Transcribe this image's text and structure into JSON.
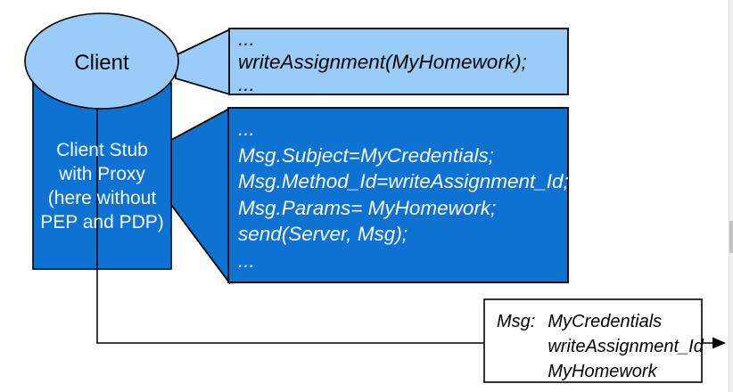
{
  "scene": {
    "colors": {
      "light_blue": "#99CCF8",
      "dark_blue": "#0D72D2",
      "outline": "#000000",
      "arrow": "#000000"
    },
    "client": {
      "label": "Client"
    },
    "client_stub": {
      "lines": [
        "Client Stub",
        "with Proxy",
        "(here without",
        "PEP and PDP)"
      ]
    },
    "call_callout": {
      "lines": [
        "...",
        "writeAssignment(MyHomework);",
        "..."
      ]
    },
    "marshal_callout": {
      "lines": [
        "...",
        "Msg.Subject=MyCredentials;",
        "Msg.Method_Id=writeAssignment_Id;",
        "Msg.Params= MyHomework;",
        "send(Server, Msg);",
        "..."
      ]
    },
    "message_box": {
      "label": "Msg:",
      "values": [
        "MyCredentials",
        "writeAssignment_Id",
        "MyHomework"
      ]
    }
  }
}
